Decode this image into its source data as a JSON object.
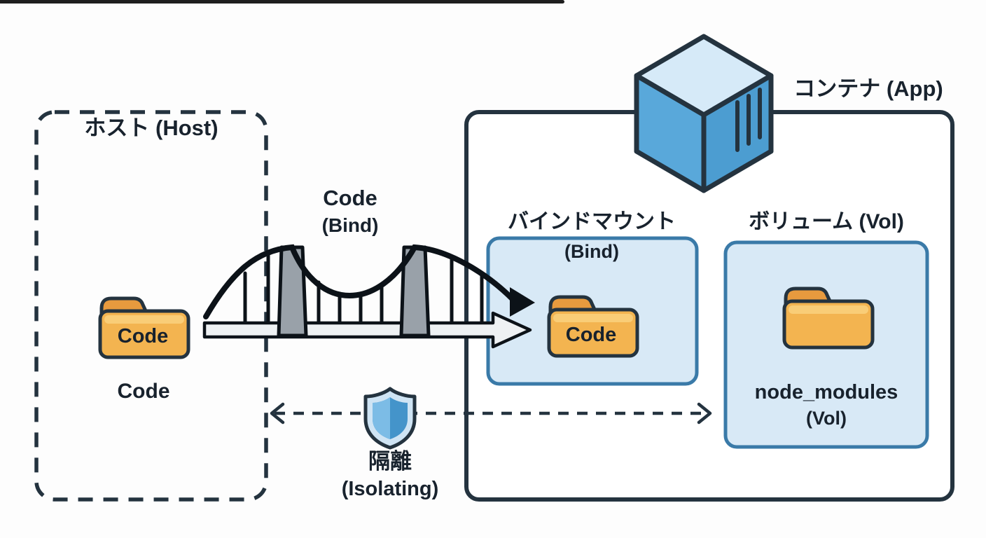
{
  "colors": {
    "ink": "#24333f",
    "text": "#18222d",
    "arrow_black": "#0c1218",
    "tower_gray": "#99a1a9",
    "folder_body": "#f3b450",
    "folder_tab": "#e79a3e",
    "folder_band": "#f9cd77",
    "panel_fill": "#d8e9f6",
    "panel_border": "#3a7aa8",
    "cube_top": "#d6eaf8",
    "cube_left": "#59a8da",
    "cube_right": "#4c9dd1",
    "shield_outer": "#cfe4f4",
    "shield_inner": "#4494ca",
    "shield_highlight": "#7cbce6"
  },
  "host": {
    "label": "ホスト (Host)",
    "folder_label": "Code",
    "folder_caption": "Code"
  },
  "bridge": {
    "title": "Code",
    "subtitle": "(Bind)"
  },
  "container": {
    "label": "コンテナ (App)"
  },
  "bind_mount": {
    "title": "バインドマウント",
    "subtitle": "(Bind)",
    "folder_label": "Code"
  },
  "volume": {
    "title": "ボリューム (Vol)",
    "folder_label": "node_modules",
    "folder_sublabel": "(Vol)"
  },
  "isolation": {
    "title": "隔離",
    "subtitle": "(Isolating)"
  },
  "icons": [
    "folder-icon",
    "suspension-bridge-icon",
    "container-cube-icon",
    "shield-icon",
    "arrow-right-icon",
    "dashed-double-arrow-icon"
  ]
}
